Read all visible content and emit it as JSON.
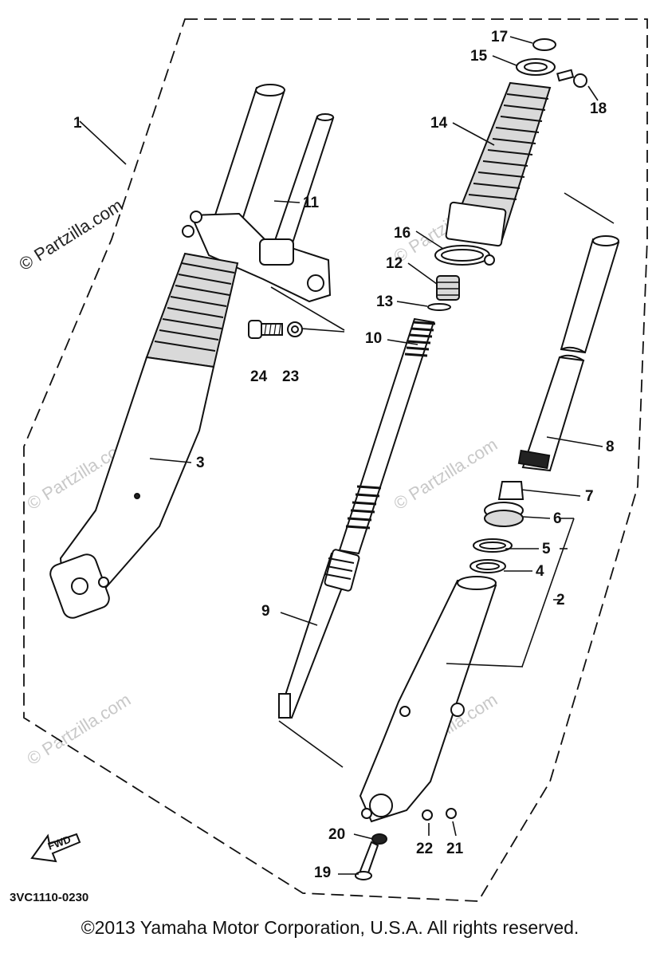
{
  "watermark": {
    "main": "© Partzilla.com",
    "faded": "© Partzilla.com"
  },
  "diagram_code": "3VC1110-0230",
  "fwd_label": "FWD",
  "copyright": "©2013 Yamaha Motor Corporation, U.S.A. All rights reserved.",
  "callouts": {
    "c1": "1",
    "c2": "2",
    "c3": "3",
    "c4": "4",
    "c5": "5",
    "c6": "6",
    "c7": "7",
    "c8": "8",
    "c9": "9",
    "c10": "10",
    "c11": "11",
    "c12": "12",
    "c13": "13",
    "c14": "14",
    "c15": "15",
    "c16": "16",
    "c17": "17",
    "c18": "18",
    "c19": "19",
    "c20": "20",
    "c21": "21",
    "c22": "22",
    "c23": "23",
    "c24": "24"
  }
}
